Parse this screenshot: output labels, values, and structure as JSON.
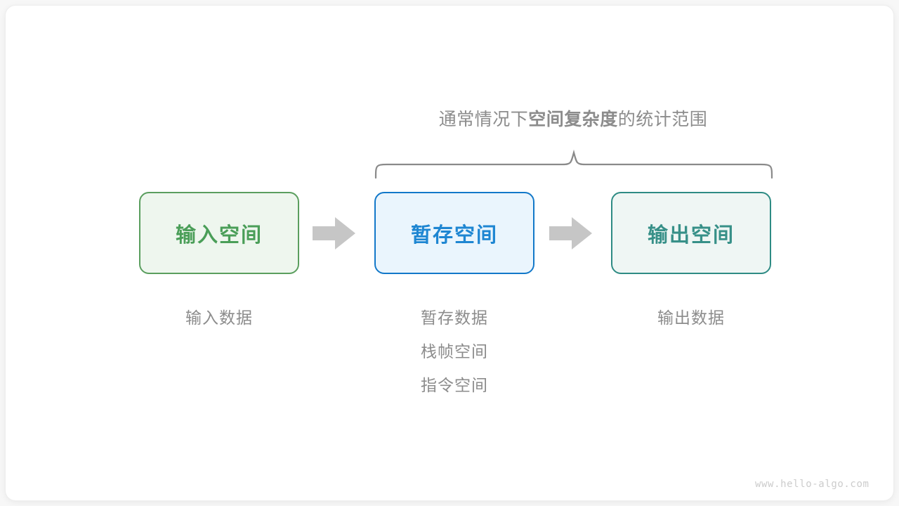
{
  "diagram": {
    "title_caption": {
      "prefix": "通常情况下",
      "emphasis": "空间复杂度",
      "suffix": "的统计范围"
    },
    "brace": {
      "name": "curly-brace",
      "color": "#8a8a8a",
      "covers": [
        "暂存空间",
        "输出空间"
      ]
    },
    "boxes": [
      {
        "id": "input",
        "label": "输入空间",
        "border_color": "#5a9e5e",
        "fill_color": "#eef6ee",
        "text_color": "#4a9e58"
      },
      {
        "id": "temp",
        "label": "暂存空间",
        "border_color": "#1278c9",
        "fill_color": "#eaf5fd",
        "text_color": "#1e86d2"
      },
      {
        "id": "output",
        "label": "输出空间",
        "border_color": "#2e8b84",
        "fill_color": "#eff6f4",
        "text_color": "#379088"
      }
    ],
    "arrows": [
      {
        "id": "arrow-1",
        "icon": "right-block-arrow-icon",
        "color": "#c6c6c6"
      },
      {
        "id": "arrow-2",
        "icon": "right-block-arrow-icon",
        "color": "#c6c6c6"
      }
    ],
    "captions": {
      "input": [
        "输入数据"
      ],
      "temp": [
        "暂存数据",
        "栈帧空间",
        "指令空间"
      ],
      "output": [
        "输出数据"
      ]
    },
    "caption_color": "#8c8c8c"
  },
  "watermark": {
    "text": "www.hello-algo.com"
  }
}
